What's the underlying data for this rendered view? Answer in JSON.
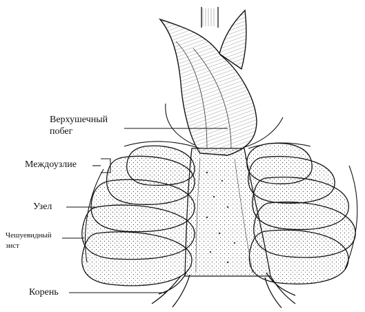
{
  "labels": {
    "apical_shoot_line1": "Верхушечный",
    "apical_shoot_line2": "побег",
    "internode": "Междоузлие",
    "node": "Узел",
    "scale_leaf_line1": "Чешуевидный",
    "scale_leaf_line2": "зист",
    "root": "Корень"
  },
  "colors": {
    "ink": "#111111",
    "background": "#ffffff",
    "stipple": "#444444"
  }
}
